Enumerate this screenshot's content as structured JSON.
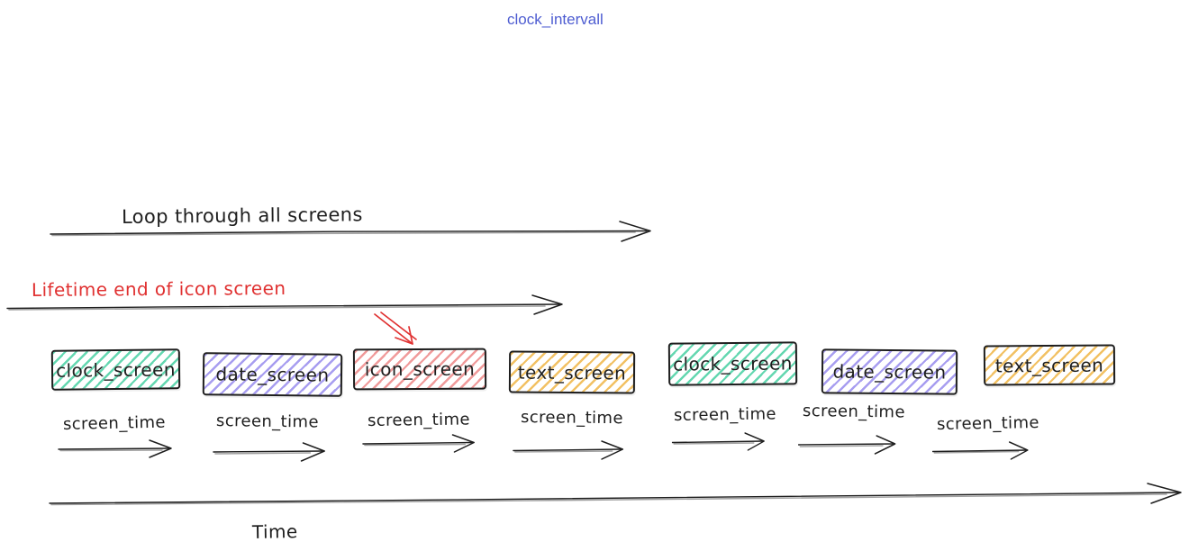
{
  "title": {
    "text": "clock_intervall",
    "color": "#4d5cd1"
  },
  "annotations": {
    "loop_arrow_label": "Loop through all screens",
    "lifetime_arrow_label": "Lifetime end of icon screen",
    "lifetime_color": "#e03131",
    "ink_color": "#1e1e1e"
  },
  "screens": [
    {
      "label": "clock_screen",
      "hatch_color": "#63d7b0",
      "time_label": "screen_time"
    },
    {
      "label": "date_screen",
      "hatch_color": "#a79df0",
      "time_label": "screen_time"
    },
    {
      "label": "icon_screen",
      "hatch_color": "#f09a9a",
      "time_label": "screen_time",
      "highlighted": true
    },
    {
      "label": "text_screen",
      "hatch_color": "#f2c163",
      "time_label": "screen_time"
    },
    {
      "label": "clock_screen",
      "hatch_color": "#63d7b0",
      "time_label": "screen_time"
    },
    {
      "label": "date_screen",
      "hatch_color": "#a79df0",
      "time_label": "screen_time"
    },
    {
      "label": "text_screen",
      "hatch_color": "#f2c163",
      "time_label": "screen_time"
    }
  ],
  "time_axis": {
    "label": "Time"
  }
}
